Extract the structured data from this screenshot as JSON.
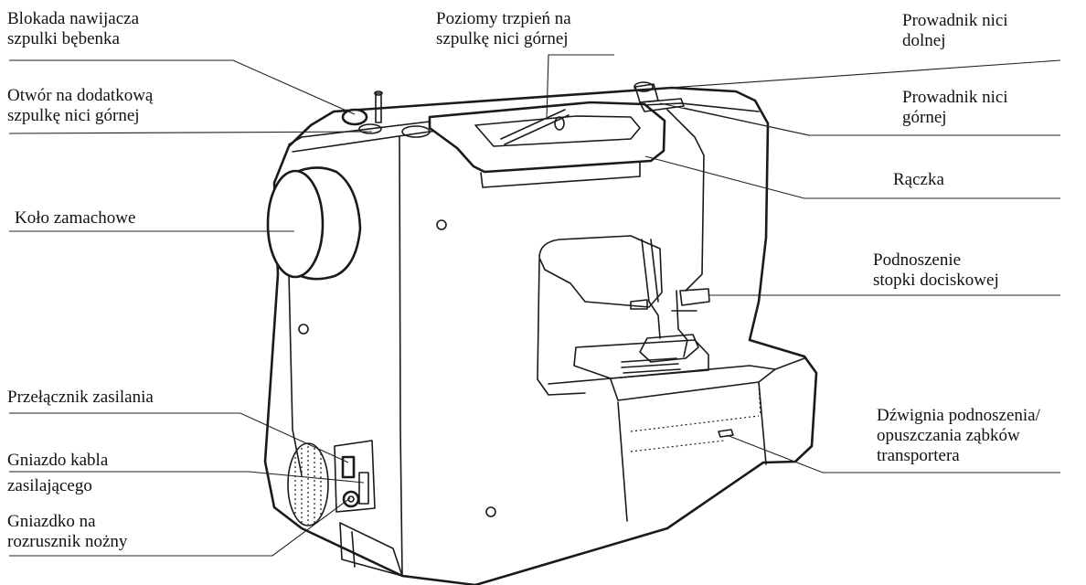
{
  "labels": {
    "bobbin_winder_lock": [
      "Blokada nawijacza",
      "szpulki bębenka"
    ],
    "horizontal_spool_pin": [
      "Poziomy trzpień na",
      "szpulkę nici górnej"
    ],
    "lower_thread_guide": [
      "Prowadnik nici",
      "dolnej"
    ],
    "extra_spool_hole": [
      "Otwór na dodatkową",
      "szpulkę nici górnej"
    ],
    "upper_thread_guide": [
      "Prowadnik nici",
      "górnej"
    ],
    "handle": [
      "Rączka"
    ],
    "handwheel": [
      "Koło zamachowe"
    ],
    "presser_foot_lifter": [
      "Podnoszenie",
      "stopki dociskowej"
    ],
    "power_switch": [
      "Przełącznik zasilania"
    ],
    "feed_dog_lever": [
      "Dźwignia podnoszenia/",
      "opuszczania ząbków",
      "transportera"
    ],
    "power_cord_socket": [
      "Gniazdo kabla",
      "zasilającego"
    ],
    "foot_pedal_socket": [
      "Gniazdko na",
      "rozrusznik nożny"
    ]
  },
  "colors": {
    "line": "#1a1a1a",
    "background": "#ffffff"
  }
}
